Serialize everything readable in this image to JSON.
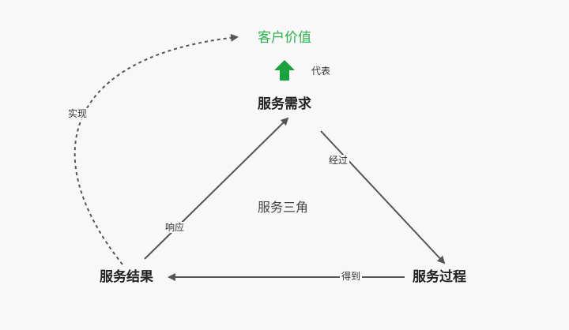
{
  "nodes": {
    "customer_value": "客户价值",
    "service_demand": "服务需求",
    "service_result": "服务结果",
    "service_process": "服务过程",
    "center": "服务三角"
  },
  "edges": {
    "represents": "代表",
    "realize": "实现",
    "via": "经过",
    "respond": "响应",
    "obtain": "得到"
  },
  "colors": {
    "background": "#f8f8f8",
    "value_text": "#2bb34a",
    "up_arrow": "#17a23d",
    "edge": "#555555",
    "node_text": "#222222"
  }
}
